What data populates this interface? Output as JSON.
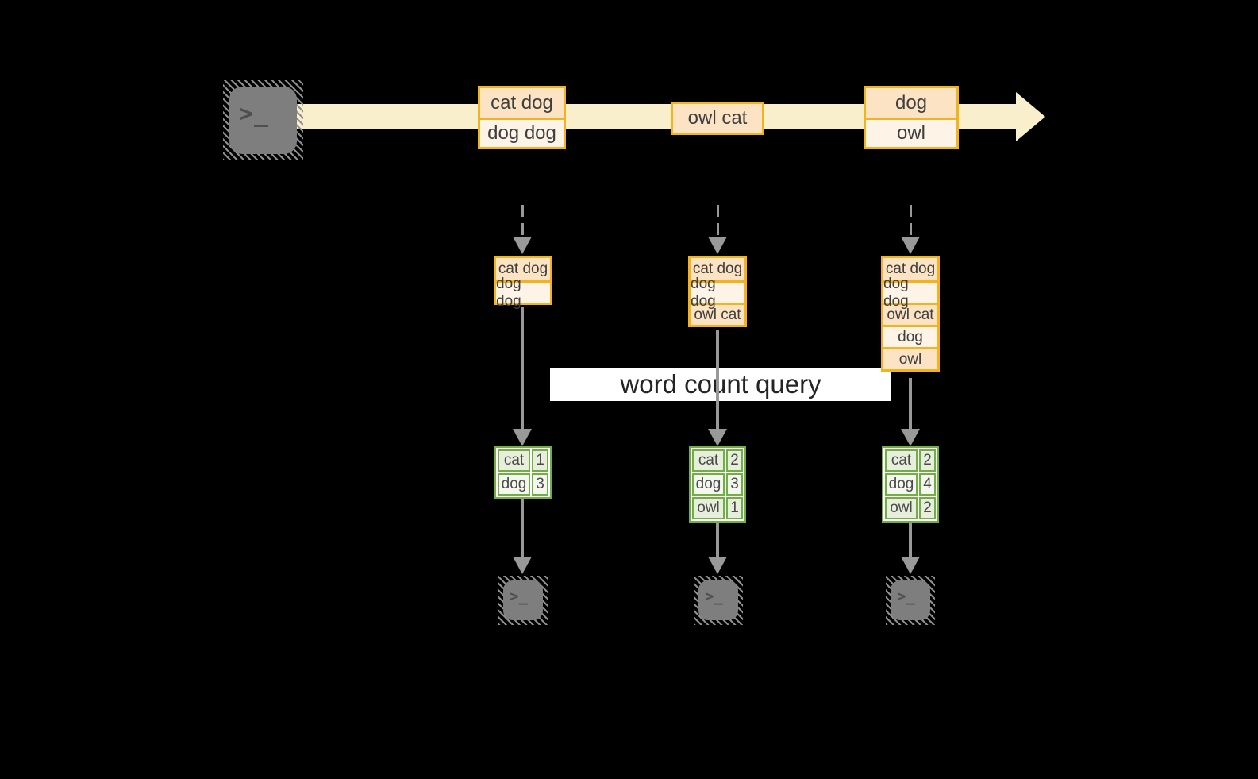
{
  "query": {
    "label": "word count query"
  },
  "icons": {
    "terminal_glyph": ">_"
  },
  "stream": {
    "source_icon": "terminal-icon",
    "batches": [
      {
        "records": [
          "cat dog",
          "dog dog"
        ]
      },
      {
        "records": [
          "owl cat"
        ]
      },
      {
        "records": [
          "dog",
          "owl"
        ]
      }
    ]
  },
  "columns": [
    {
      "window_records": [
        "cat dog",
        "dog dog"
      ],
      "count_rows": [
        [
          "cat",
          "1"
        ],
        [
          "dog",
          "3"
        ]
      ],
      "sink_icon": "terminal-icon"
    },
    {
      "window_records": [
        "cat dog",
        "dog dog",
        "owl cat"
      ],
      "count_rows": [
        [
          "cat",
          "2"
        ],
        [
          "dog",
          "3"
        ],
        [
          "owl",
          "1"
        ]
      ],
      "sink_icon": "terminal-icon"
    },
    {
      "window_records": [
        "cat dog",
        "dog dog",
        "owl cat",
        "dog",
        "owl"
      ],
      "count_rows": [
        [
          "cat",
          "2"
        ],
        [
          "dog",
          "4"
        ],
        [
          "owl",
          "2"
        ]
      ],
      "sink_icon": "terminal-icon"
    }
  ],
  "colors": {
    "background": "#000000",
    "stream_band": "#FAEFCC",
    "record_peach": "#FBE3C4",
    "record_cream": "#FDF3E6",
    "orange_border": "#F2B31E",
    "green_border": "#6FAF44",
    "green_cell_dark": "#E7EEDC",
    "green_cell_light": "#F3F7EE",
    "arrow_gray": "#999999",
    "terminal_gray": "#7E7E7E",
    "query_band_bg": "#FFFFFF"
  }
}
